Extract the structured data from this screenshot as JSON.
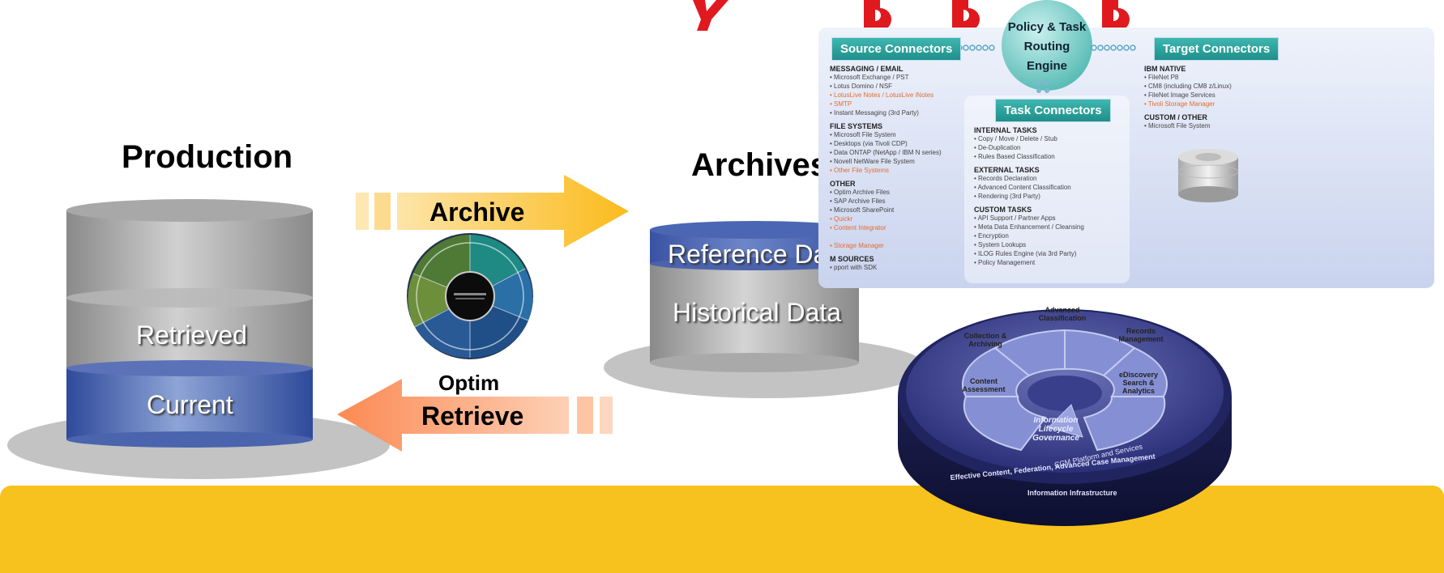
{
  "labels": {
    "production": "Production",
    "archives": "Archives",
    "archive": "Archive",
    "retrieve": "Retrieve",
    "optim": "Optim",
    "retrieved": "Retrieved",
    "current": "Current",
    "reference_data": "Reference Data",
    "historical_data": "Historical Data"
  },
  "panel": {
    "source_header": "Source Connectors",
    "engine": "Policy & Task Routing Engine",
    "target_header": "Target Connectors",
    "task_header": "Task Connectors",
    "source_sections": [
      {
        "title": "MESSAGING / EMAIL",
        "items": [
          {
            "t": "Microsoft Exchange / PST",
            "hl": false
          },
          {
            "t": "Lotus Domino / NSF",
            "hl": false
          },
          {
            "t": "LotusLive Notes / LotusLive iNotes",
            "hl": true
          },
          {
            "t": "SMTP",
            "hl": true
          },
          {
            "t": "Instant Messaging (3rd Party)",
            "hl": false
          }
        ]
      },
      {
        "title": "FILE SYSTEMS",
        "items": [
          {
            "t": "Microsoft File System",
            "hl": false
          },
          {
            "t": "Desktops (via Tivoli CDP)",
            "hl": false
          },
          {
            "t": "Data ONTAP (NetApp / IBM N series)",
            "hl": false
          },
          {
            "t": "Novell NetWare File System",
            "hl": false
          },
          {
            "t": "Other File Systems",
            "hl": true
          }
        ]
      },
      {
        "title": "OTHER",
        "items": [
          {
            "t": "Optim Archive Files",
            "hl": false
          },
          {
            "t": "SAP Archive Files",
            "hl": false
          },
          {
            "t": "Microsoft SharePoint",
            "hl": false
          },
          {
            "t": "Quickr",
            "hl": true
          },
          {
            "t": "Content Integrator",
            "hl": true
          },
          {
            "t": "",
            "hl": false
          },
          {
            "t": "Storage Manager",
            "hl": true
          }
        ]
      },
      {
        "title": "M SOURCES",
        "items": [
          {
            "t": "pport with SDK",
            "hl": false
          }
        ]
      }
    ],
    "task_sections": [
      {
        "title": "INTERNAL TASKS",
        "items": [
          {
            "t": "Copy / Move / Delete / Stub",
            "hl": false
          },
          {
            "t": "De-Duplication",
            "hl": false
          },
          {
            "t": "Rules Based Classification",
            "hl": false
          }
        ]
      },
      {
        "title": "EXTERNAL TASKS",
        "items": [
          {
            "t": "Records Declaration",
            "hl": false
          },
          {
            "t": "Advanced Content Classification",
            "hl": false
          },
          {
            "t": "Rendering (3rd Party)",
            "hl": false
          }
        ]
      },
      {
        "title": "CUSTOM TASKS",
        "items": [
          {
            "t": "API Support / Partner Apps",
            "hl": false
          },
          {
            "t": "Meta Data Enhancement / Cleansing",
            "hl": false
          },
          {
            "t": "Encryption",
            "hl": false
          },
          {
            "t": "System Lookups",
            "hl": false
          },
          {
            "t": "ILOG Rules Engine (via 3rd Party)",
            "hl": false
          },
          {
            "t": "Policy Management",
            "hl": false
          }
        ]
      }
    ],
    "target_sections": [
      {
        "title": "IBM NATIVE",
        "items": [
          {
            "t": "FileNet P8",
            "hl": false
          },
          {
            "t": "CM8 (including CM8 z/Linux)",
            "hl": false
          },
          {
            "t": "FileNet Image Services",
            "hl": false
          },
          {
            "t": "Tivoli Storage Manager",
            "hl": true
          }
        ]
      },
      {
        "title": "CUSTOM / OTHER",
        "items": [
          {
            "t": "Microsoft File System",
            "hl": false
          }
        ]
      }
    ]
  },
  "wheel": {
    "segments": [
      "Advanced Classification",
      "Records Management",
      "eDiscovery Search & Analytics",
      "Content Assessment",
      "Collection & Archiving"
    ],
    "center": "Information Lifecycle Governance",
    "rim1": "CCM Platform and Services",
    "rim2": "Effective Content, Federation, Advanced Case Management",
    "rim3": "Information Infrastructure"
  },
  "colors": {
    "band": "#f7c21d",
    "title_red": "#e0191f",
    "archive_arrow": "#fbbd1f",
    "retrieve_arrow": "#fb9a6a",
    "current_blue": "#3c5aa6",
    "teal_header": "#2aa39d"
  }
}
